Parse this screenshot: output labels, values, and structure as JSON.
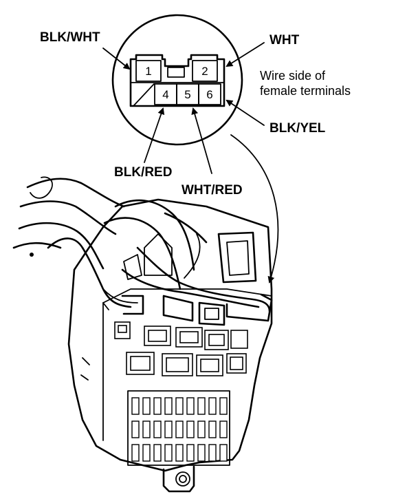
{
  "labels": {
    "blk_wht": "BLK/WHT",
    "wht": "WHT",
    "wire_side_line1": "Wire side of",
    "wire_side_line2": "female terminals",
    "blk_yel": "BLK/YEL",
    "blk_red": "BLK/RED",
    "wht_red": "WHT/RED"
  },
  "connector": {
    "pins": [
      "1",
      "2",
      "4",
      "5",
      "6"
    ]
  }
}
